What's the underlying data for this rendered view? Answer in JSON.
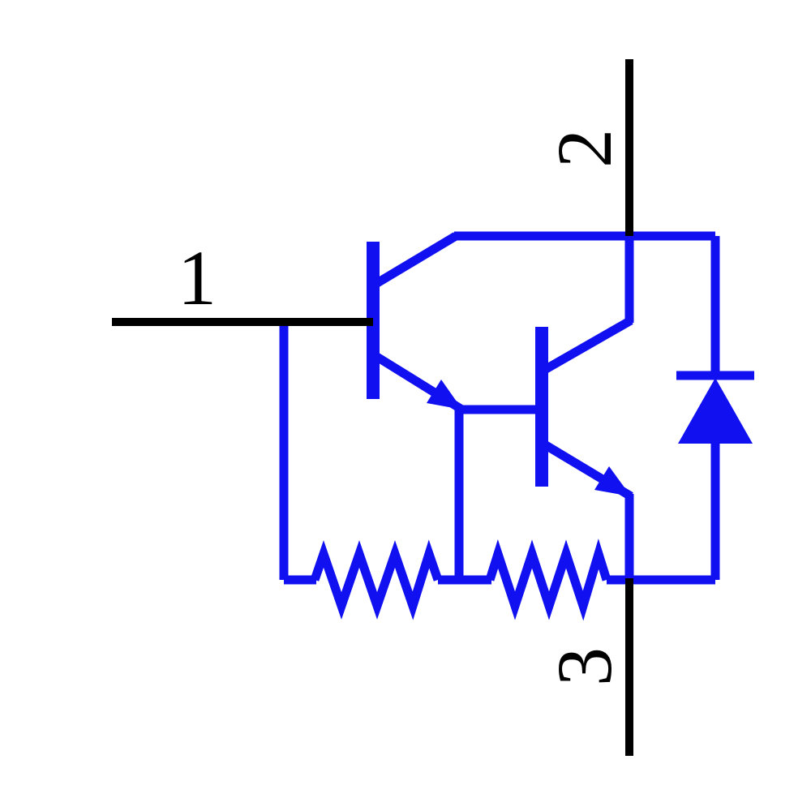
{
  "diagram": {
    "kind": "circuit-symbol",
    "description": "Darlington pair of two NPN transistors with two base-emitter resistors and an antiparallel diode, three external terminals",
    "terminals": [
      {
        "label": "1"
      },
      {
        "label": "2"
      },
      {
        "label": "3"
      }
    ],
    "components": [
      {
        "name": "npn-transistor-q1"
      },
      {
        "name": "npn-transistor-q2"
      },
      {
        "name": "resistor-r1"
      },
      {
        "name": "resistor-r2"
      },
      {
        "name": "diode-d1"
      }
    ],
    "colors": {
      "wire": "#1010f0",
      "terminal": "#000000",
      "background": "#ffffff"
    }
  }
}
